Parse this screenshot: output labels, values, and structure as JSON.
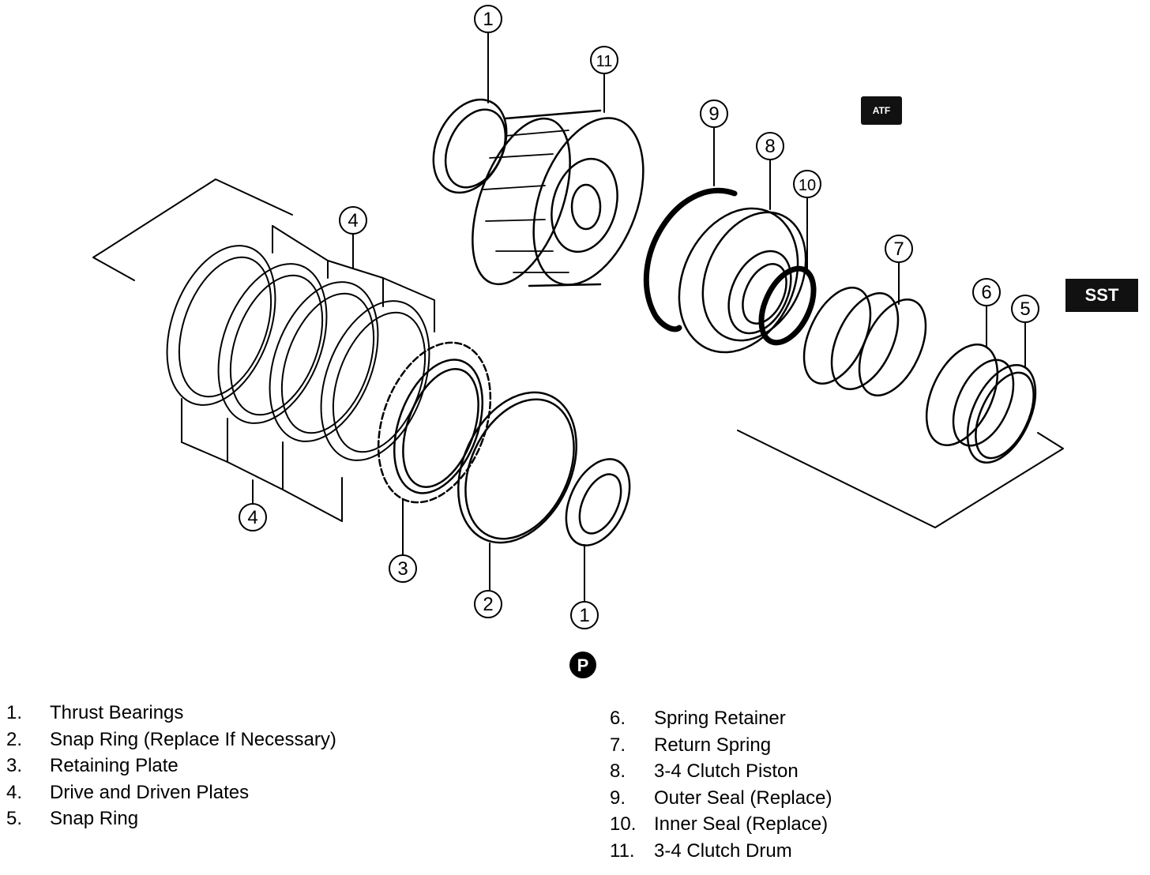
{
  "callouts": {
    "n1": "1",
    "n2": "2",
    "n3": "3",
    "n4": "4",
    "n5": "5",
    "n6": "6",
    "n7": "7",
    "n8": "8",
    "n9": "9",
    "n10": "10",
    "n11": "11"
  },
  "badges": {
    "atf": "ATF",
    "sst": "SST",
    "p": "P"
  },
  "legend_left": [
    {
      "num": "1.",
      "text": "Thrust Bearings"
    },
    {
      "num": "2.",
      "text": "Snap Ring (Replace If Necessary)"
    },
    {
      "num": "3.",
      "text": "Retaining Plate"
    },
    {
      "num": "4.",
      "text": "Drive and Driven Plates"
    },
    {
      "num": "5.",
      "text": "Snap Ring"
    }
  ],
  "legend_right": [
    {
      "num": "6.",
      "text": "Spring Retainer"
    },
    {
      "num": "7.",
      "text": "Return Spring"
    },
    {
      "num": "8.",
      "text": "3-4 Clutch Piston"
    },
    {
      "num": "9.",
      "text": "Outer Seal (Replace)"
    },
    {
      "num": "10.",
      "text": "Inner Seal (Replace)"
    },
    {
      "num": "11.",
      "text": "3-4 Clutch Drum"
    }
  ]
}
